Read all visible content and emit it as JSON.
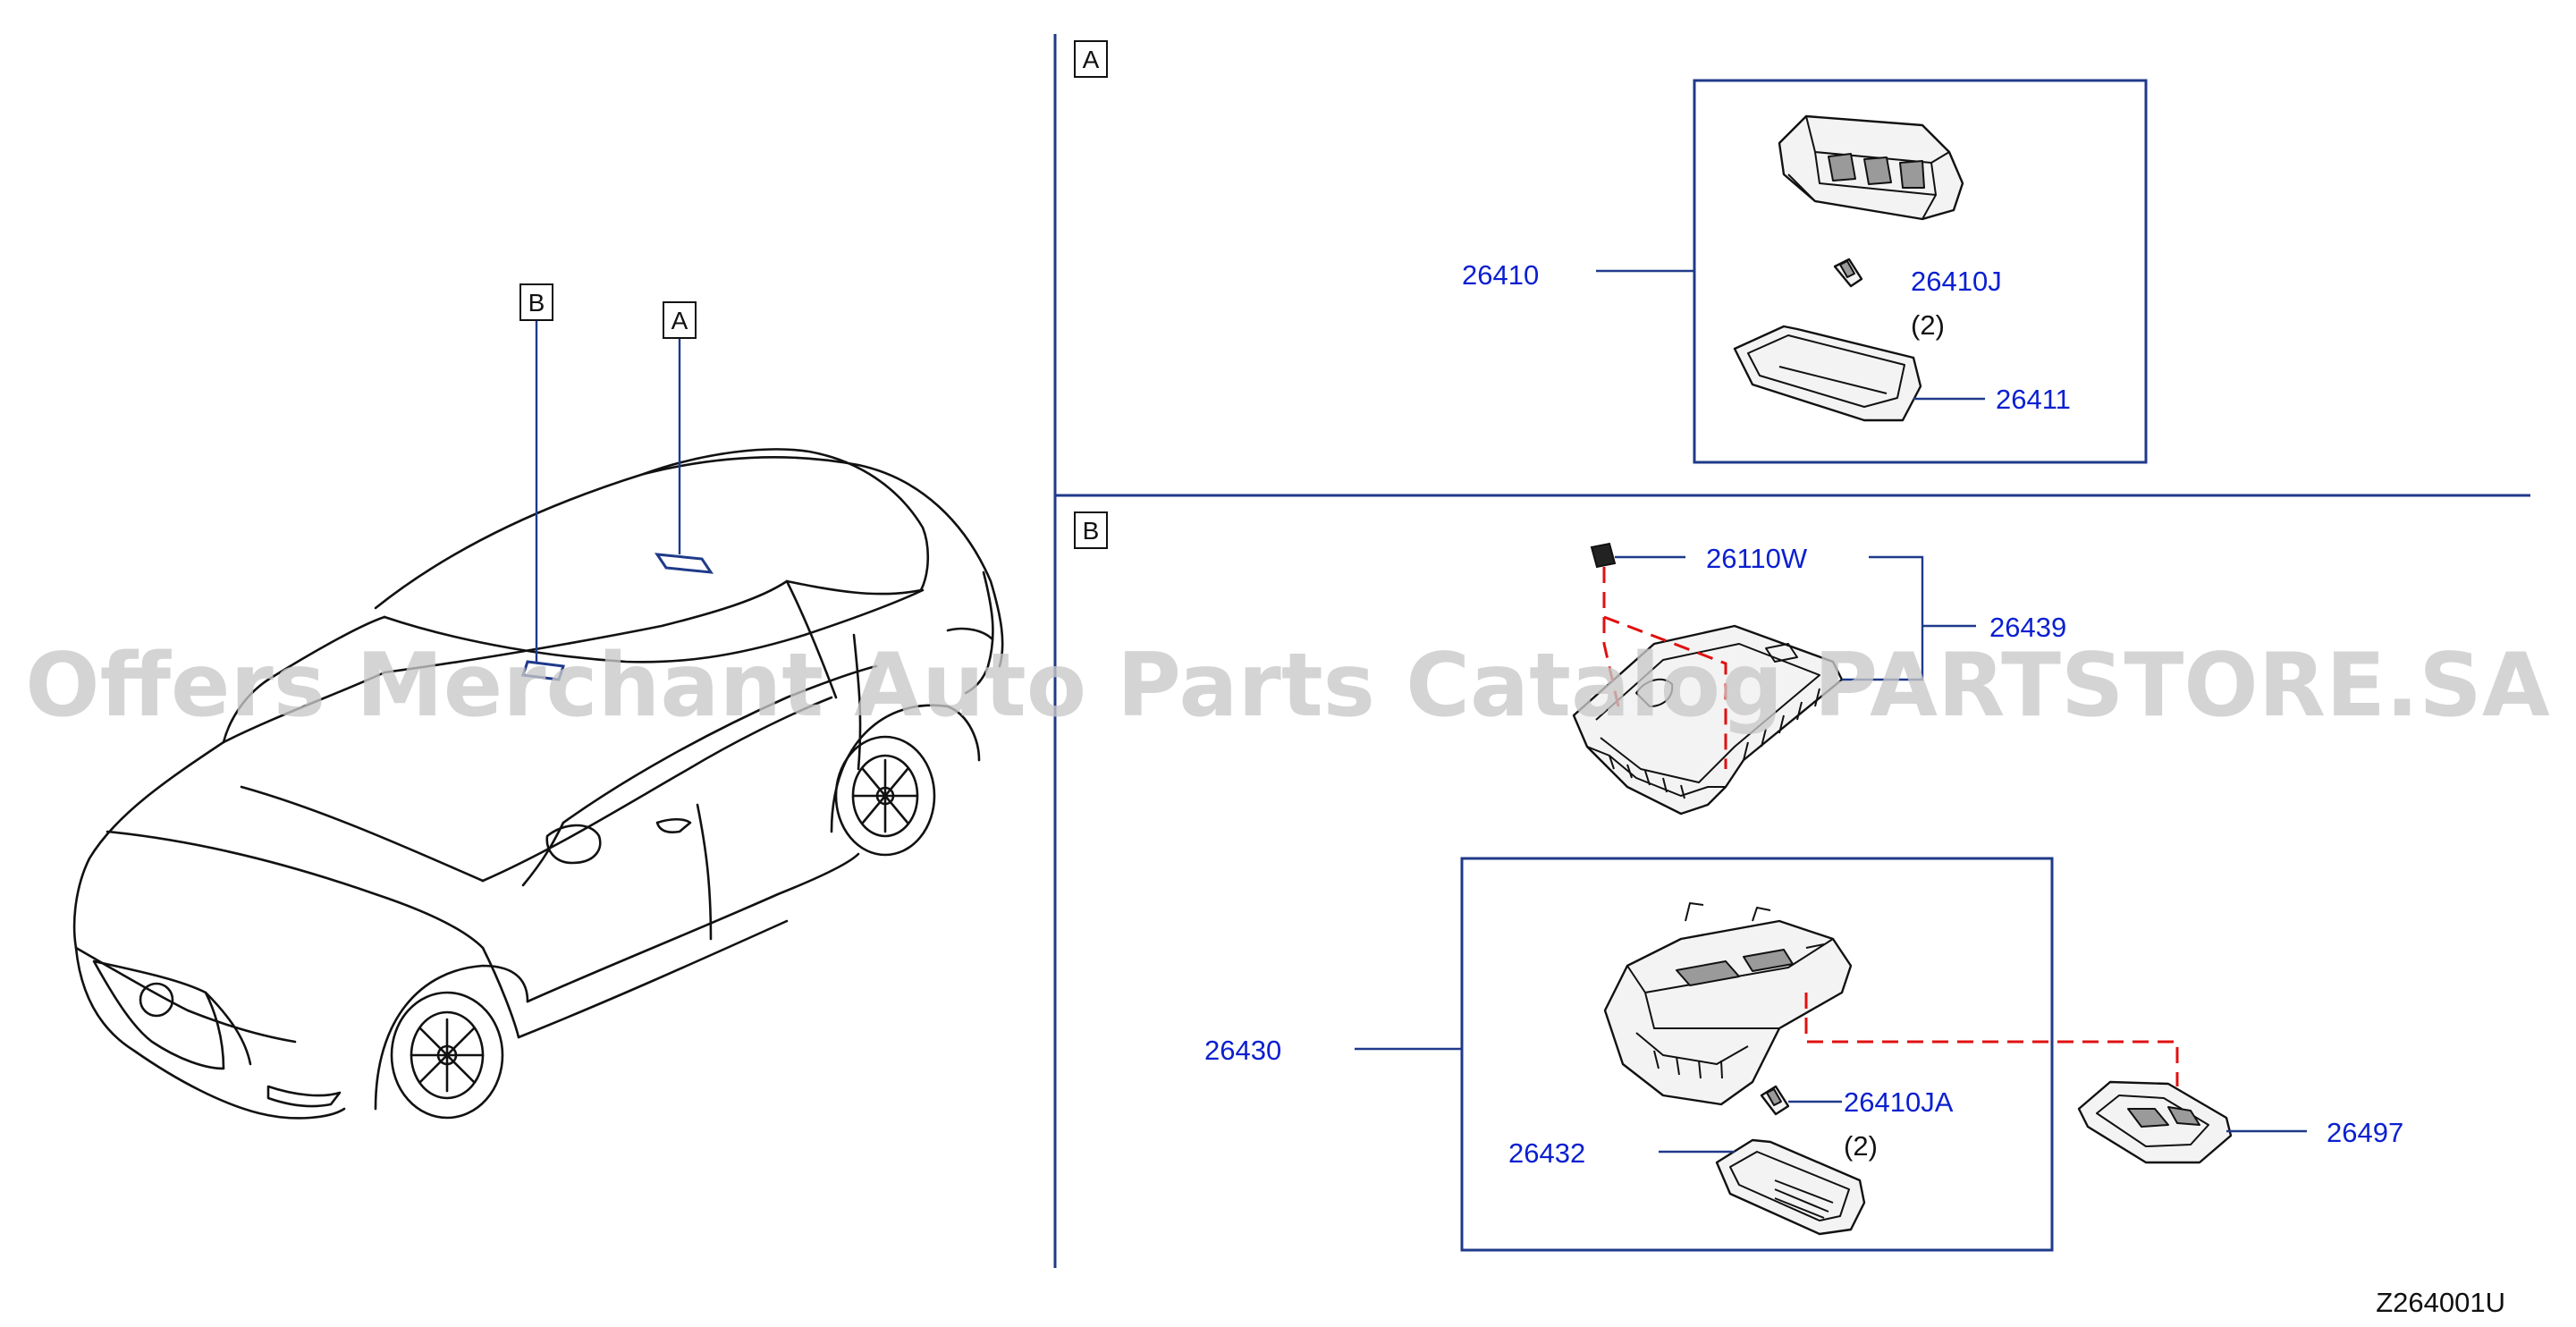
{
  "diagram_code": "Z264001U",
  "watermark": "Offers Merchant Auto Parts Catalog PARTSTORE.SA",
  "view_labels": {
    "a": "A",
    "b": "B"
  },
  "sections": {
    "a": {
      "assembly": {
        "part_number": "26410"
      },
      "parts": [
        {
          "part_number": "26410J",
          "quantity": "(2)"
        },
        {
          "part_number": "26411"
        }
      ]
    },
    "b": {
      "bracket": {
        "part_number": "26439"
      },
      "clip": {
        "part_number": "26110W"
      },
      "assembly": {
        "part_number": "26430"
      },
      "parts": [
        {
          "part_number": "26410JA",
          "quantity": "(2)"
        },
        {
          "part_number": "26432"
        },
        {
          "part_number": "26497"
        }
      ]
    }
  },
  "colors": {
    "part_number": "#0a1fd0",
    "frame": "#1f3a8a",
    "connector_dashed": "#e01010",
    "watermark": "#c9c9c9"
  }
}
